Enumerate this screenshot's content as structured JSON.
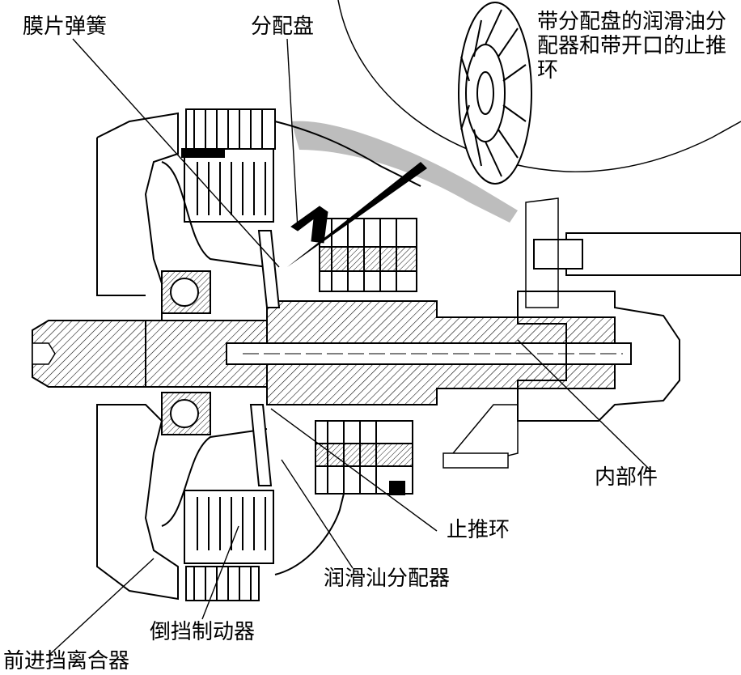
{
  "labels": {
    "diaphragm_spring": "膜片弹簧",
    "distribution_plate": "分配盘",
    "lubricant_distributor_with_plate": "带分配盘的润滑油分配器和带开口的止推环",
    "inner_part": "内部件",
    "thrust_ring": "止推环",
    "lubricant_distributor": "润滑汕分配器",
    "reverse_brake": "倒挡制动器",
    "forward_clutch": "前进挡离合器"
  },
  "colors": {
    "line": "#000000",
    "hatch": "#000000",
    "gray_housing": "#bdbdbd",
    "background": "#ffffff"
  }
}
